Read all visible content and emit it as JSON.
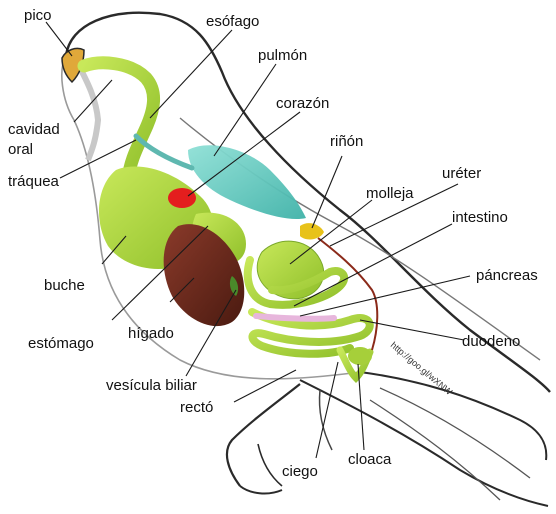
{
  "labels": {
    "pico": "pico",
    "esofago": "esófago",
    "pulmon": "pulmón",
    "corazon": "corazón",
    "rinon": "riñón",
    "cavidad_oral_1": "cavidad",
    "cavidad_oral_2": "oral",
    "traquea": "tráquea",
    "ureter": "uréter",
    "molleja": "molleja",
    "intestino": "intestino",
    "buche": "buche",
    "pancreas": "páncreas",
    "estomago": "estómago",
    "higado": "hígado",
    "duodeno": "duodeno",
    "vesicula_biliar": "vesícula biliar",
    "recto": "rectó",
    "ciego": "ciego",
    "cloaca": "cloaca"
  },
  "watermark": "http://goo.gl/wXNW",
  "colors": {
    "digestive_tract": "#a6cf3a",
    "lung": "#6fd0c6",
    "heart": "#e41e1e",
    "liver": "#6b2a1c",
    "kidney": "#e8c21a",
    "pancreas": "#e7b6dc",
    "ureter": "#8b2a1a",
    "beak": "#e0a83a",
    "outline": "#2a2a2a"
  }
}
